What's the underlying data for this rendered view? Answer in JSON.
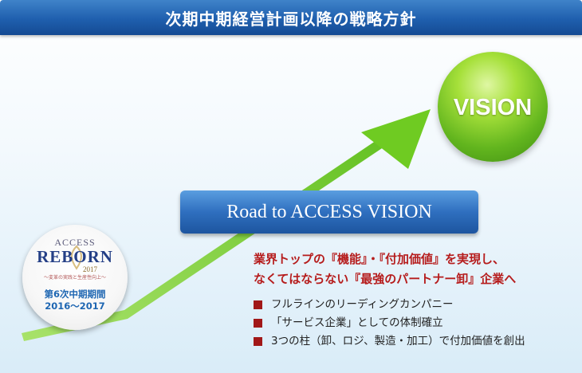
{
  "header": {
    "title": "次期中期経営計画以降の戦略方針"
  },
  "vision": {
    "label": "VISION"
  },
  "road_banner": {
    "label": "Road to ACCESS VISION"
  },
  "lead_text": {
    "line1": "業界トップの『機能』・『付加価値』を実現し、",
    "line2": "なくてはならない『最強のパートナー卸』企業へ"
  },
  "bullets": [
    "フルラインのリーディングカンパニー",
    "「サービス企業」としての体制確立",
    "3つの柱（卸、ロジ、製造・加工）で付加価値を創出"
  ],
  "badge": {
    "access": "ACCESS",
    "reborn": "REBORN",
    "year": "2017",
    "tagline": "～変革の実践と生産性向上～",
    "period": "第6次中期期間",
    "years": "2016～2017"
  },
  "colors": {
    "header_blue": "#1f5fae",
    "arrow_green": "#7ed321",
    "vision_green": "#62b51e",
    "lead_red": "#b61d1d",
    "bullet_red": "#a11818"
  }
}
